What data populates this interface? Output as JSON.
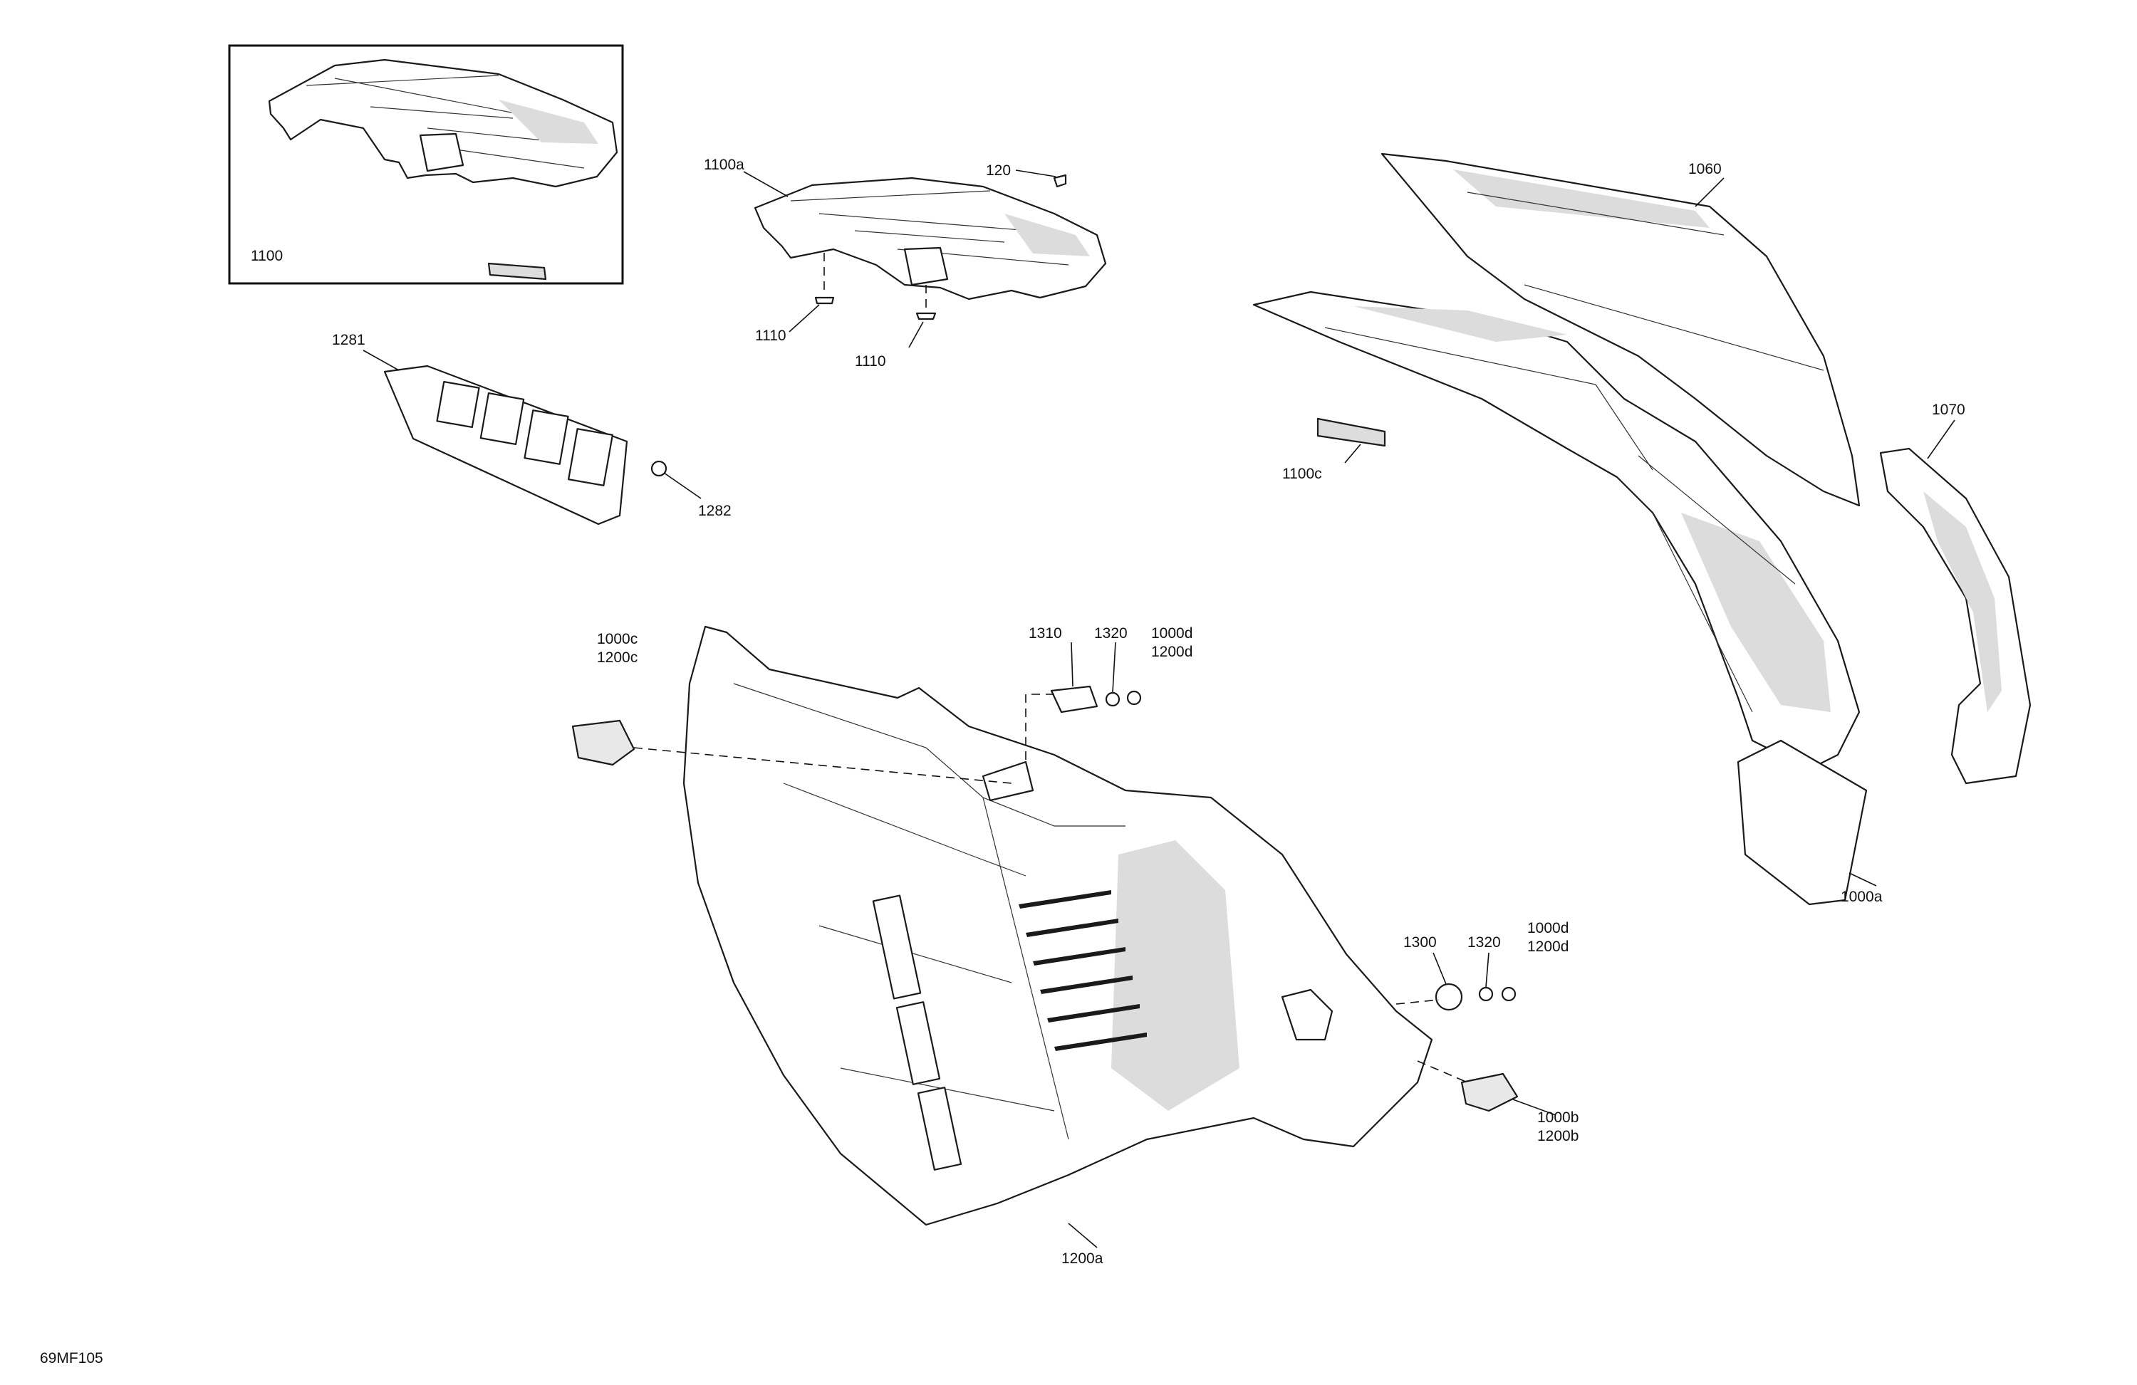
{
  "diagram_code": "69MF105",
  "callouts": {
    "c1100": "1100",
    "c1100a": "1100a",
    "c120": "120",
    "c1110_a": "1110",
    "c1110_b": "1110",
    "c1281": "1281",
    "c1282": "1282",
    "c1060": "1060",
    "c1100c": "1100c",
    "c1070": "1070",
    "c1000a": "1000a",
    "c1000c": "1000c",
    "c1200c": "1200c",
    "c1310": "1310",
    "c1320_top": "1320",
    "c1000d_top": "1000d",
    "c1200d_top": "1200d",
    "c1300": "1300",
    "c1320_bot": "1320",
    "c1000d_bot": "1000d",
    "c1200d_bot": "1200d",
    "c1000b": "1000b",
    "c1200b": "1200b",
    "c1200a": "1200a"
  }
}
